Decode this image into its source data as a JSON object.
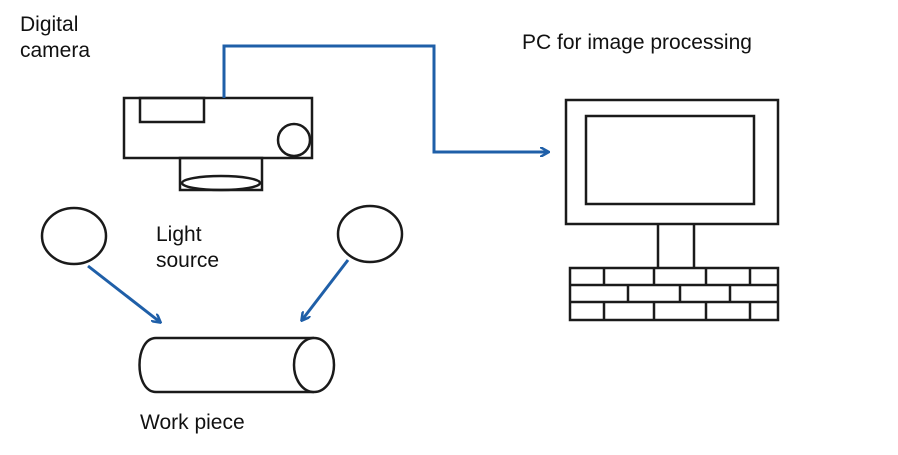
{
  "labels": {
    "digital_camera": [
      "Digital",
      "camera"
    ],
    "pc": "PC for image processing",
    "light_source": [
      "Light",
      "source"
    ],
    "work_piece": "Work piece"
  },
  "colors": {
    "stroke": "#1a1a1a",
    "arrow": "#1f5fa8",
    "background": "#ffffff"
  }
}
